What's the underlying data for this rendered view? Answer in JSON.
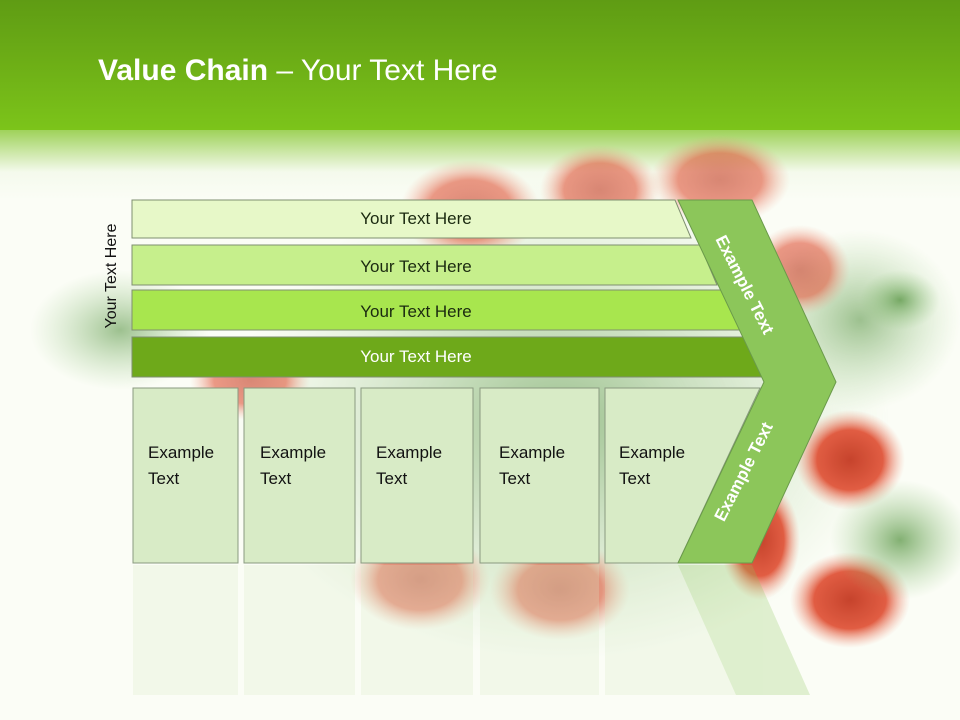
{
  "title": {
    "bold": "Value Chain",
    "rest": " – Your Text Here"
  },
  "side_label": "Your Text Here",
  "bars": [
    {
      "label": "Your Text Here",
      "color": "#e7f8c8"
    },
    {
      "label": "Your Text Here",
      "color": "#c6ef8c"
    },
    {
      "label": "Your Text Here",
      "color": "#a8e64e"
    },
    {
      "label": "Your Text Here",
      "color": "#6ea91a"
    }
  ],
  "cells": [
    {
      "line1": "Example",
      "line2": "Text"
    },
    {
      "line1": "Example",
      "line2": "Text"
    },
    {
      "line1": "Example",
      "line2": "Text"
    },
    {
      "line1": "Example",
      "line2": "Text"
    },
    {
      "line1": "Example",
      "line2": "Text"
    }
  ],
  "chevron": {
    "top": "Example Text",
    "bottom": "Example Text",
    "color": "#8cc65a"
  },
  "colors": {
    "header": "#6cad16",
    "cell_fill": "#d8ebc6",
    "cell_border": "#8a9a80"
  }
}
